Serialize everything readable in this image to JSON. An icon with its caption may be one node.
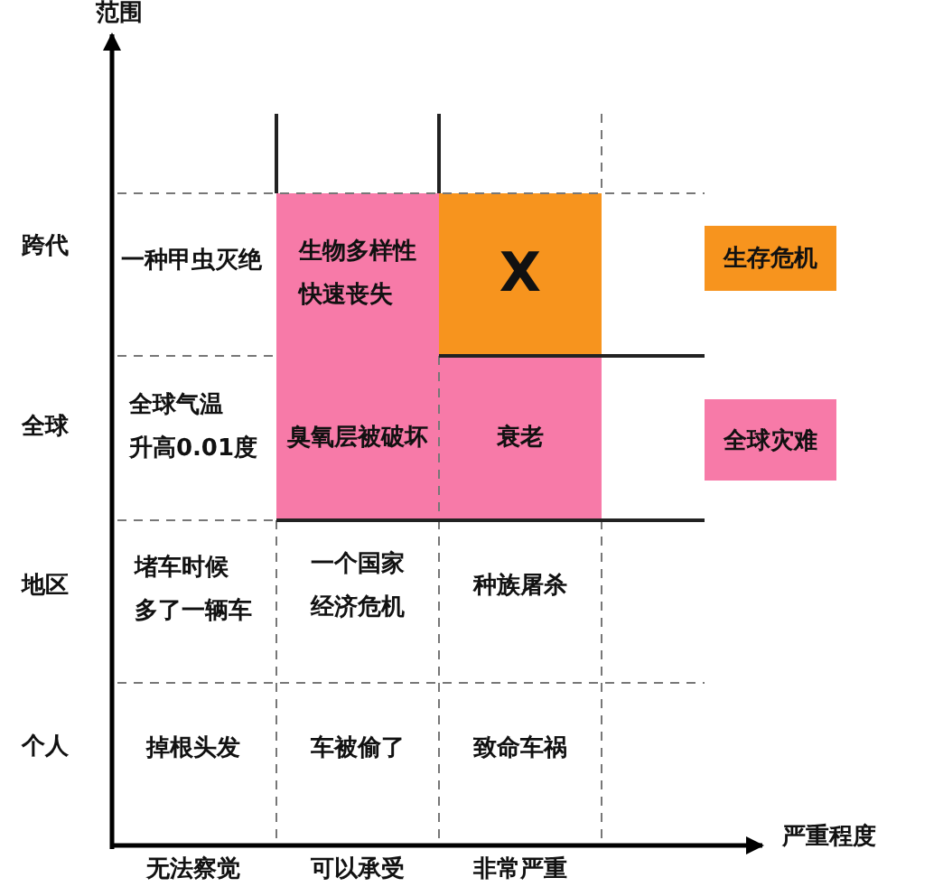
{
  "diagram": {
    "nodes": [
      {
        "text": [
          "生物多样性快速丧失"
        ]
      },
      {
        "text": [
          "X"
        ]
      },
      {
        "text": [
          "臭氧层被破坏"
        ]
      },
      {
        "text": [
          "衰老"
        ]
      }
    ],
    "labels": [
      "范围",
      "跨代",
      "一种甲虫灭绝",
      "全球",
      "全球气温升高0.01度",
      "地区",
      "堵车时候多了一辆车",
      "一个国家经济危机",
      "种族屠杀",
      "个人",
      "掉根头发",
      "车被偷了",
      "致命车祸",
      "严重程度",
      "无法察觉",
      "可以承受",
      "非常严重"
    ],
    "legend": [
      {
        "text": "生存危机",
        "color": "#f7941e"
      },
      {
        "text": "全球灾难",
        "color": "#f77aa8"
      }
    ]
  }
}
